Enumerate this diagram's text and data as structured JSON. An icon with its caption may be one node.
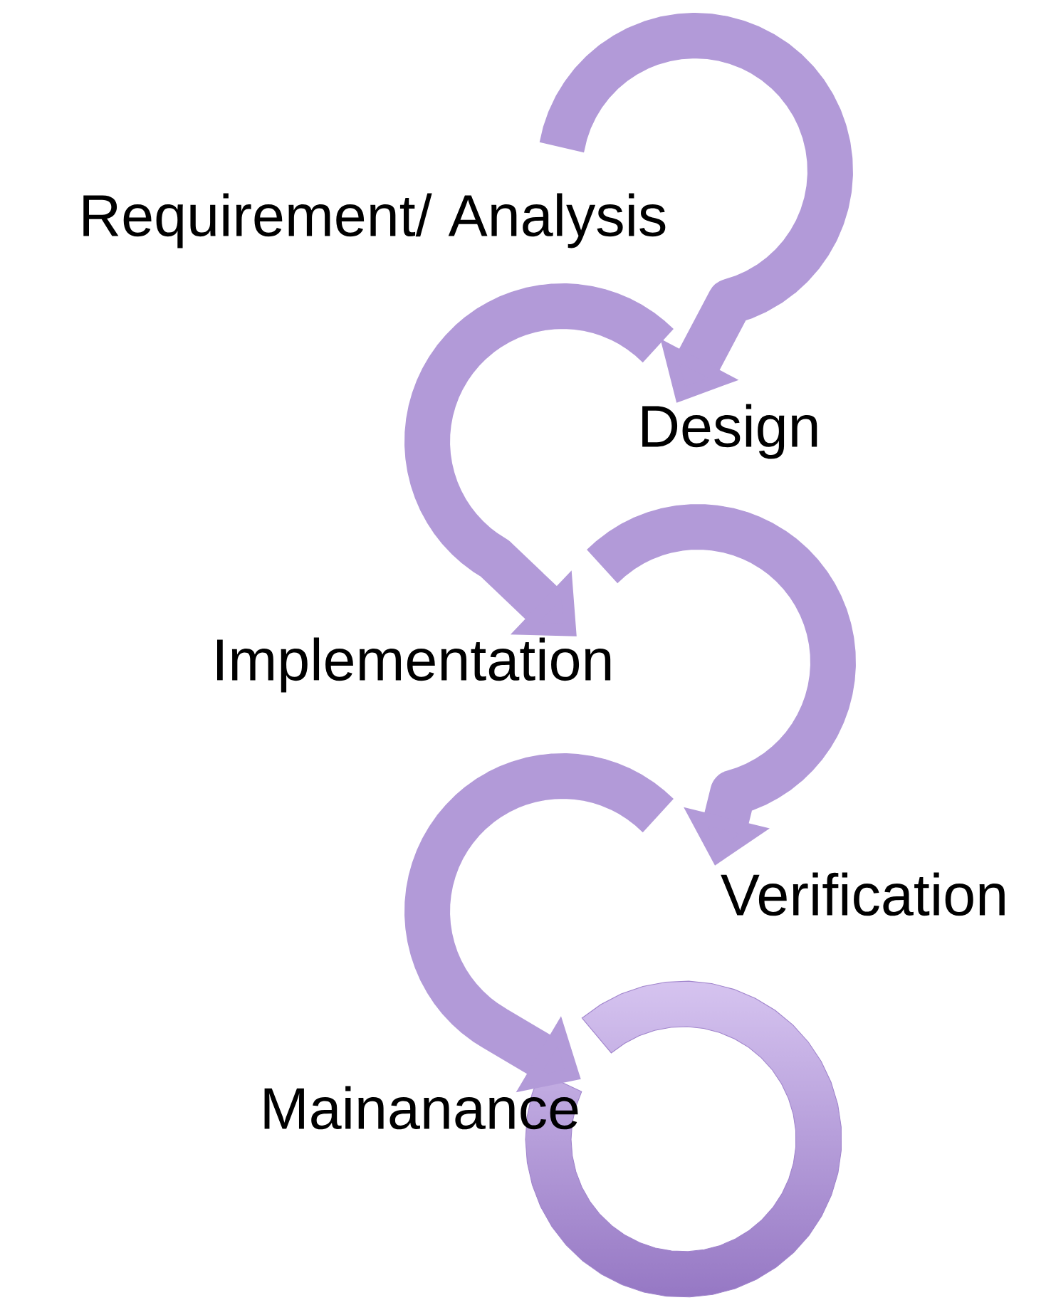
{
  "diagram": {
    "nodes": [
      {
        "text": [
          "Requirement/ Analysis"
        ]
      },
      {
        "text": [
          "Design"
        ]
      },
      {
        "text": [
          "Implementation"
        ]
      },
      {
        "text": [
          "Verification"
        ]
      },
      {
        "text": [
          "Mainanance"
        ]
      }
    ],
    "edges": [
      {
        "from": 0,
        "to": 1,
        "arrow": "to"
      },
      {
        "from": 1,
        "to": 2,
        "arrow": "to"
      },
      {
        "from": 2,
        "to": 3,
        "arrow": "to"
      },
      {
        "from": 3,
        "to": 4,
        "arrow": "to"
      }
    ]
  }
}
